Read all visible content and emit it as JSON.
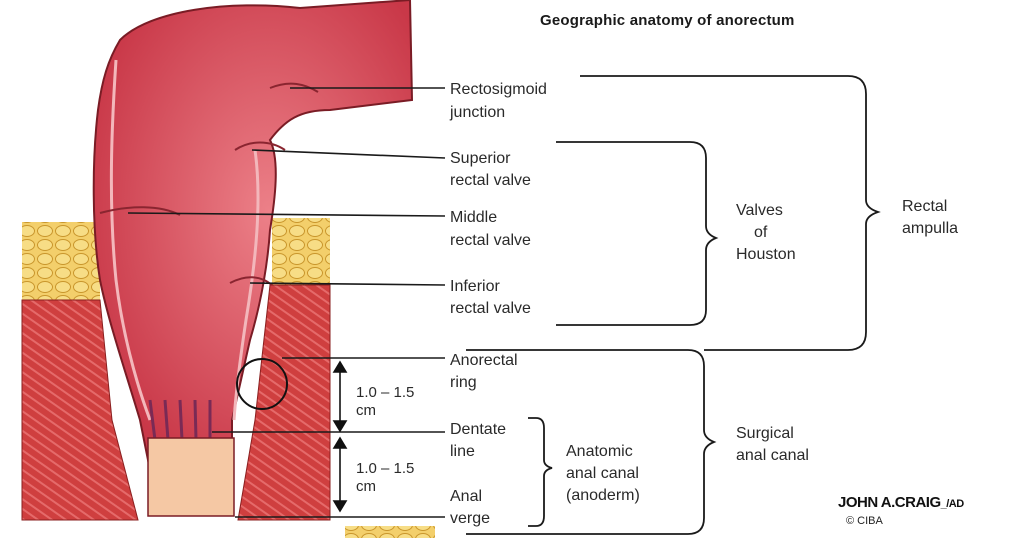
{
  "title": "Geographic anatomy of anorectum",
  "labels": {
    "rectosigmoid_1": "Rectosigmoid",
    "rectosigmoid_2": "junction",
    "superior_1": "Superior",
    "superior_2": "rectal valve",
    "middle_1": "Middle",
    "middle_2": "rectal valve",
    "inferior_1": "Inferior",
    "inferior_2": "rectal valve",
    "anorectal_1": "Anorectal",
    "anorectal_2": "ring",
    "dentate_1": "Dentate",
    "dentate_2": "line",
    "anal_1": "Anal",
    "anal_2": "verge"
  },
  "groups": {
    "valves_1": "Valves",
    "valves_2": "of",
    "valves_3": "Houston",
    "rectal_1": "Rectal",
    "rectal_2": "ampulla",
    "anatomic_1": "Anatomic",
    "anatomic_2": "anal canal",
    "anatomic_3": "(anoderm)",
    "surgical_1": "Surgical",
    "surgical_2": "anal canal"
  },
  "measurements": {
    "upper_1": "1.0 – 1.5",
    "upper_2": "cm",
    "lower_1": "1.0 – 1.5",
    "lower_2": "cm"
  },
  "credit": {
    "artist": "JOHN A.CRAIG",
    "artist_suffix": "_/AD",
    "copyright": "© CIBA"
  },
  "colors": {
    "rectum": "#c9394a",
    "rectum_light": "#e06a73",
    "fat": "#f0c25a",
    "muscle": "#c83a3a",
    "leader": "#1a1a1a"
  }
}
